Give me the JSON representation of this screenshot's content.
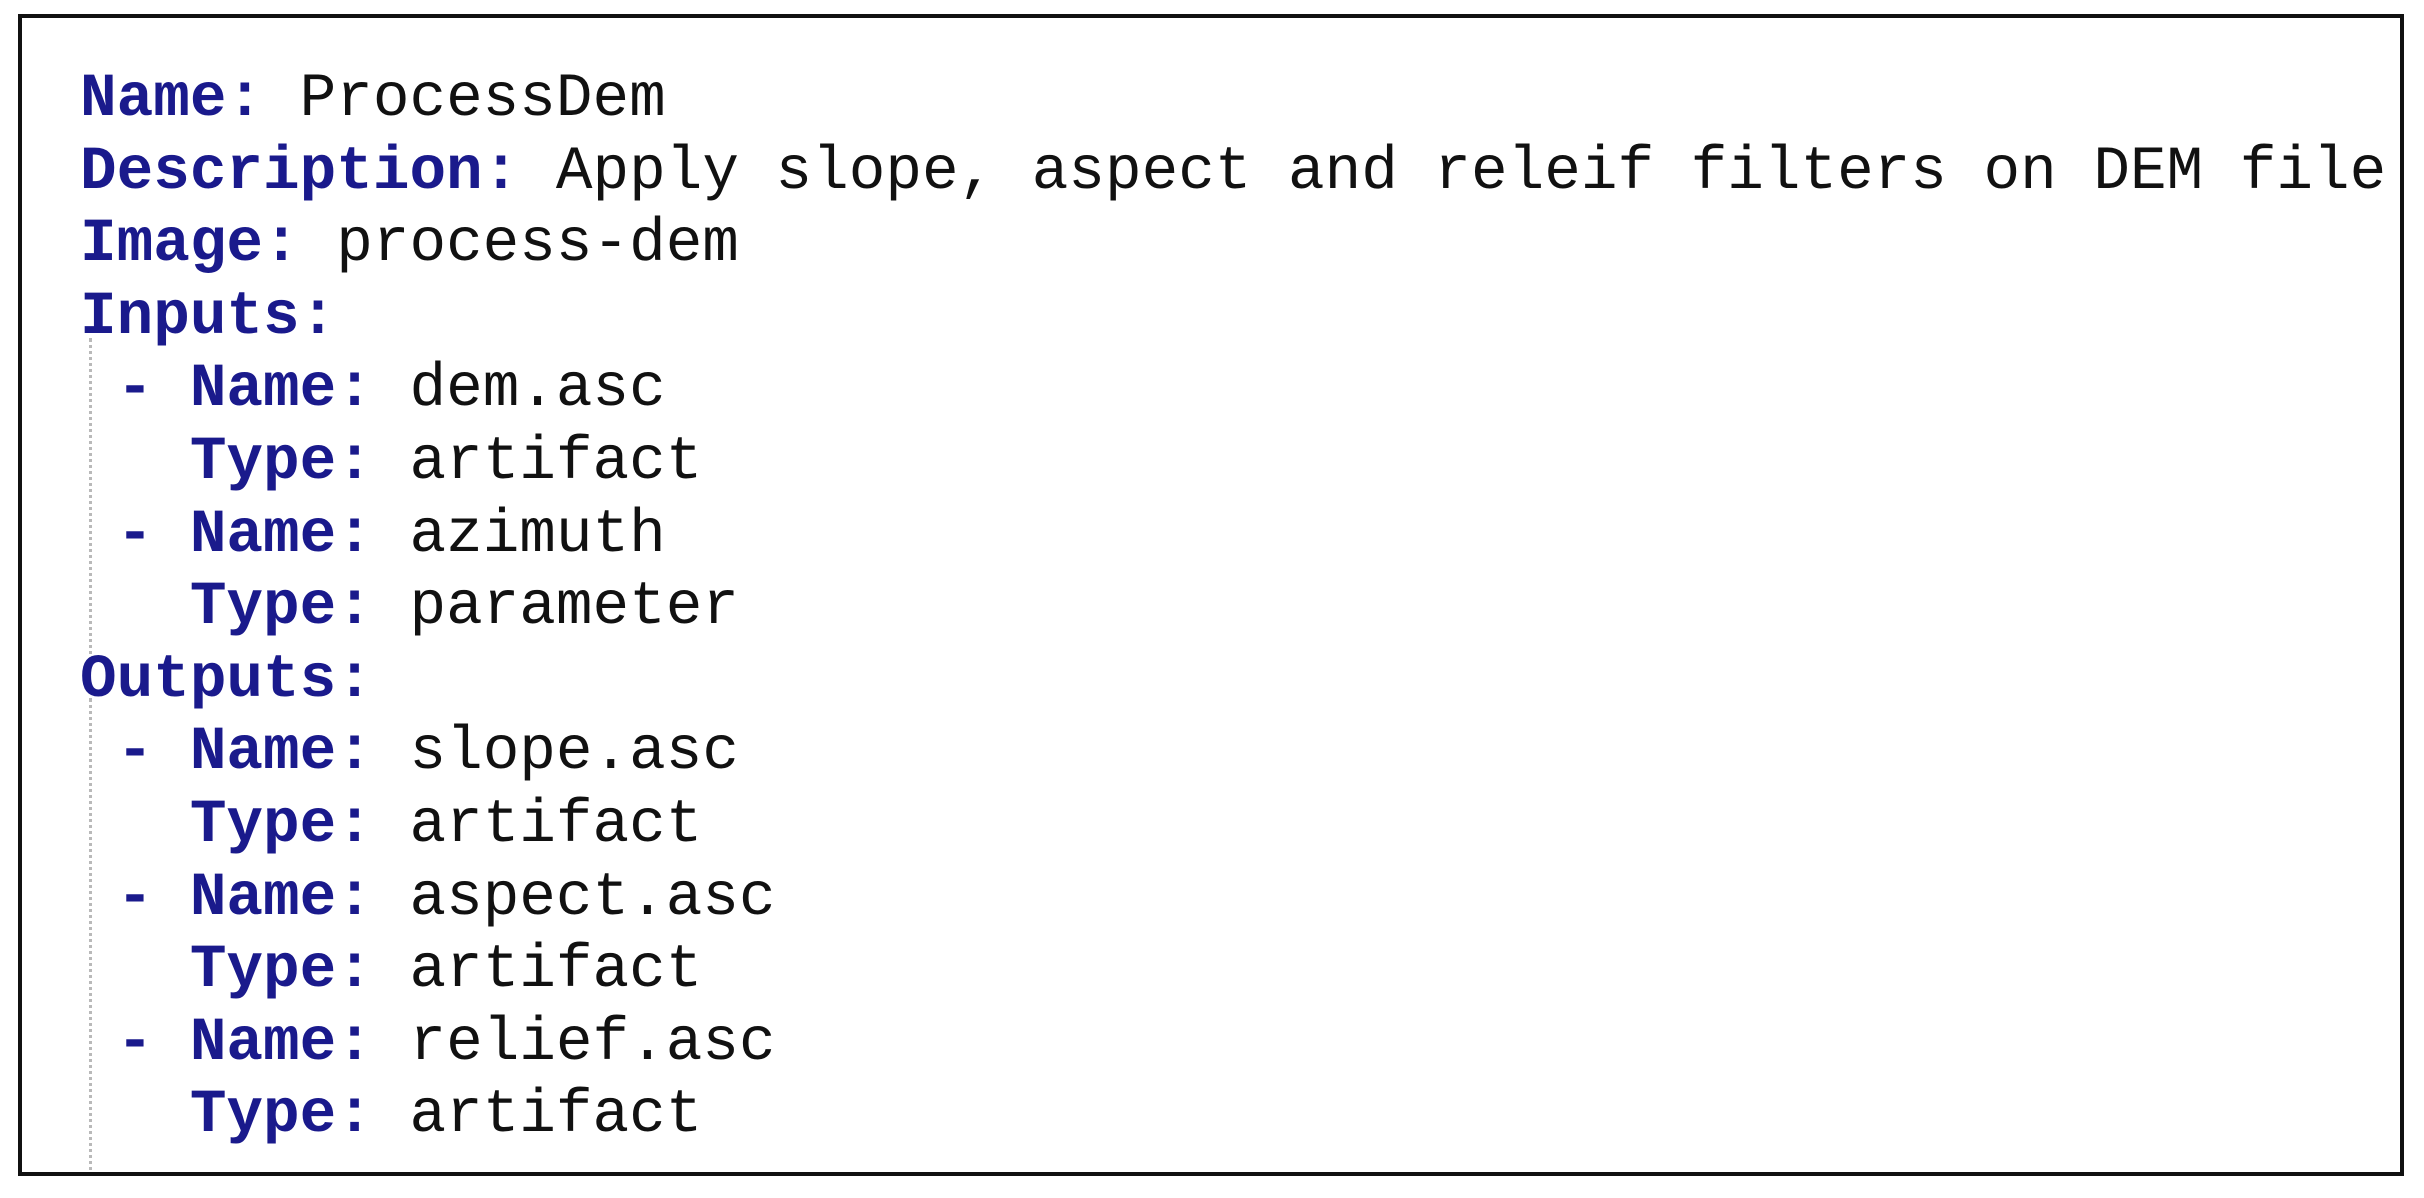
{
  "lines": [
    {
      "indent": "",
      "dash": "",
      "key": "Name",
      "value": "ProcessDem"
    },
    {
      "indent": "",
      "dash": "",
      "key": "Description",
      "value": "Apply slope, aspect and releif filters on DEM file"
    },
    {
      "indent": "",
      "dash": "",
      "key": "Image",
      "value": "process-dem"
    },
    {
      "indent": "",
      "dash": "",
      "key": "Inputs",
      "value": ""
    },
    {
      "indent": " ",
      "dash": "- ",
      "key": "Name",
      "value": "dem.asc"
    },
    {
      "indent": "   ",
      "dash": "",
      "key": "Type",
      "value": "artifact"
    },
    {
      "indent": " ",
      "dash": "- ",
      "key": "Name",
      "value": "azimuth"
    },
    {
      "indent": "   ",
      "dash": "",
      "key": "Type",
      "value": "parameter"
    },
    {
      "indent": "",
      "dash": "",
      "key": "Outputs",
      "value": ""
    },
    {
      "indent": " ",
      "dash": "- ",
      "key": "Name",
      "value": "slope.asc"
    },
    {
      "indent": "   ",
      "dash": "",
      "key": "Type",
      "value": "artifact"
    },
    {
      "indent": " ",
      "dash": "- ",
      "key": "Name",
      "value": "aspect.asc"
    },
    {
      "indent": "   ",
      "dash": "",
      "key": "Type",
      "value": "artifact"
    },
    {
      "indent": " ",
      "dash": "- ",
      "key": "Name",
      "value": "relief.asc"
    },
    {
      "indent": "   ",
      "dash": "",
      "key": "Type",
      "value": "artifact"
    }
  ],
  "colors": {
    "key": "#1a1a8c",
    "value": "#111111",
    "border": "#111111",
    "guide": "#b9b9b9"
  }
}
